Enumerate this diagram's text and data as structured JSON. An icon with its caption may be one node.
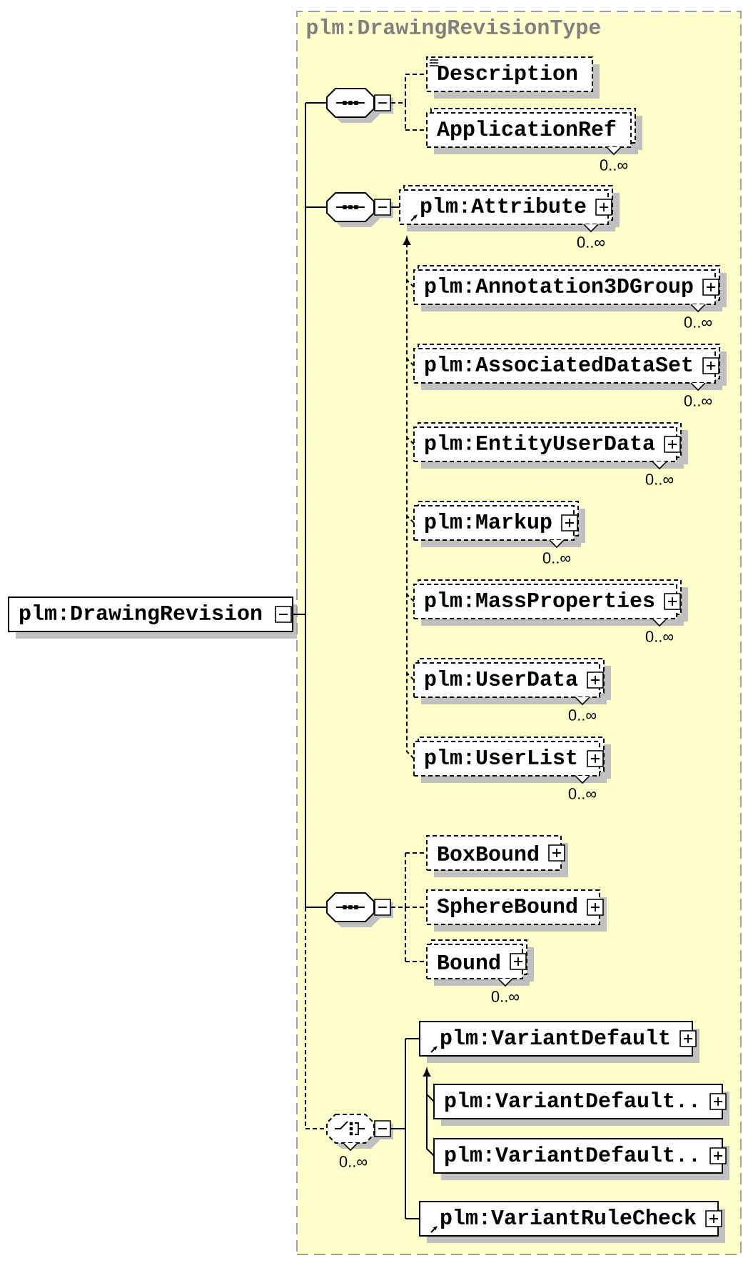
{
  "diagram": {
    "nodes": [
      {
        "text": [
          "plm:DrawingRevision"
        ]
      },
      {
        "text": [
          "plm:DrawingRevisionType"
        ]
      },
      {
        "text": [],
        "shape": "octagon",
        "in": 1
      },
      {
        "text": [
          "Description"
        ],
        "in": 1
      },
      {
        "text": [
          "ApplicationRef"
        ],
        "beside": [
          "0..∞"
        ],
        "in": 1
      },
      {
        "text": [],
        "shape": "octagon",
        "in": 1
      },
      {
        "text": [
          "plm:Attribute"
        ],
        "beside": [
          "0..∞"
        ],
        "in": 1
      },
      {
        "text": [
          "plm:Annotation3DGroup"
        ],
        "beside": [
          "0..∞"
        ],
        "in": 1
      },
      {
        "text": [
          "plm:AssociatedDataSet"
        ],
        "beside": [
          "0..∞"
        ],
        "in": 1
      },
      {
        "text": [
          "plm:EntityUserData"
        ],
        "beside": [
          "0..∞"
        ],
        "in": 1
      },
      {
        "text": [
          "plm:Markup"
        ],
        "beside": [
          "0..∞"
        ],
        "in": 1
      },
      {
        "text": [
          "plm:MassProperties"
        ],
        "beside": [
          "0..∞"
        ],
        "in": 1
      },
      {
        "text": [
          "plm:UserData"
        ],
        "beside": [
          "0..∞"
        ],
        "in": 1
      },
      {
        "text": [
          "plm:UserList"
        ],
        "beside": [
          "0..∞"
        ],
        "in": 1
      },
      {
        "text": [],
        "shape": "octagon",
        "in": 1
      },
      {
        "text": [
          "BoxBound"
        ],
        "in": 1
      },
      {
        "text": [
          "SphereBound"
        ],
        "in": 1
      },
      {
        "text": [
          "Bound"
        ],
        "beside": [
          "0..∞"
        ],
        "in": 1
      },
      {
        "text": [],
        "shape": "octagon",
        "beside": [
          "0..∞"
        ],
        "in": 1
      },
      {
        "text": [
          "plm:VariantDefault"
        ],
        "in": 1
      },
      {
        "text": [
          "plm:VariantDefault.."
        ],
        "in": 1
      },
      {
        "text": [
          "plm:VariantDefault.."
        ],
        "in": 1
      },
      {
        "text": [
          "plm:VariantRuleCheck"
        ],
        "in": 1
      }
    ],
    "edges": [
      {
        "from": 0,
        "to": 2,
        "arrow": "none"
      },
      {
        "from": 0,
        "to": 5,
        "arrow": "none"
      },
      {
        "from": 0,
        "to": 14,
        "arrow": "none"
      },
      {
        "from": 0,
        "to": 18,
        "arrow": "none",
        "style": "dashed"
      },
      {
        "from": 2,
        "to": 3,
        "arrow": "none",
        "style": "dashed"
      },
      {
        "from": 2,
        "to": 4,
        "arrow": "none",
        "style": "dashed"
      },
      {
        "from": 5,
        "to": 6,
        "arrow": "none",
        "style": "dashed"
      },
      {
        "from": 7,
        "to": 6,
        "arrow": "to",
        "style": "dashed"
      },
      {
        "from": 8,
        "to": 6,
        "arrow": "to",
        "style": "dashed"
      },
      {
        "from": 9,
        "to": 6,
        "arrow": "to",
        "style": "dashed"
      },
      {
        "from": 10,
        "to": 6,
        "arrow": "to",
        "style": "dashed"
      },
      {
        "from": 11,
        "to": 6,
        "arrow": "to",
        "style": "dashed"
      },
      {
        "from": 12,
        "to": 6,
        "arrow": "to",
        "style": "dashed"
      },
      {
        "from": 13,
        "to": 6,
        "arrow": "to",
        "style": "dashed"
      },
      {
        "from": 14,
        "to": 15,
        "arrow": "none",
        "style": "dashed"
      },
      {
        "from": 14,
        "to": 16,
        "arrow": "none",
        "style": "dashed"
      },
      {
        "from": 14,
        "to": 17,
        "arrow": "none",
        "style": "dashed"
      },
      {
        "from": 18,
        "to": 19,
        "arrow": "none"
      },
      {
        "from": 18,
        "to": 22,
        "arrow": "none"
      },
      {
        "from": 20,
        "to": 19,
        "arrow": "to"
      },
      {
        "from": 21,
        "to": 19,
        "arrow": "to"
      }
    ]
  }
}
